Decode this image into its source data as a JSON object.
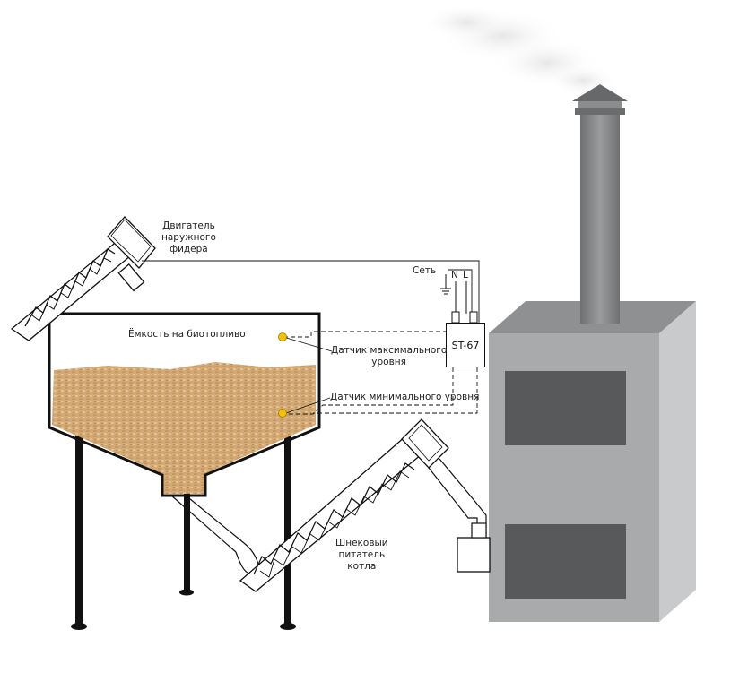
{
  "labels": {
    "motor": [
      "Двигатель",
      "наружного",
      "фидера"
    ],
    "tank": "Ёмкость на биотопливо",
    "max_sensor": [
      "Датчик максимального",
      "уровня"
    ],
    "min_sensor": "Датчик минимального уровня",
    "network": "Сеть",
    "n": "N",
    "l": "L",
    "controller": "ST-67",
    "auger": [
      "Шнековый",
      "питатель",
      "котла"
    ]
  },
  "colors": {
    "boiler_front": "#a7a9ab",
    "boiler_side": "#c8c9cb",
    "boiler_top": "#8c8e90",
    "door": "#58595b",
    "chimney": "#7d7f81",
    "pellets": "#d2a874",
    "sensor": "#f2c200"
  }
}
